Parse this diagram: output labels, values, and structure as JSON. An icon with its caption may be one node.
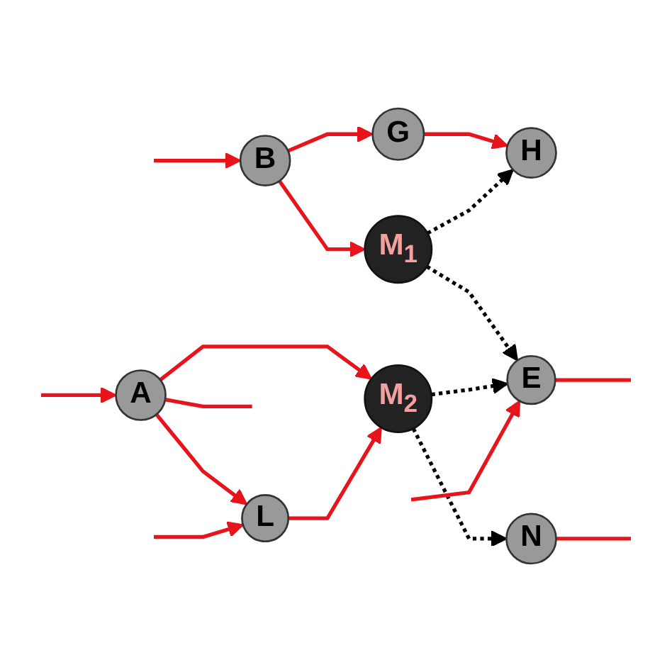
{
  "diagram": {
    "nodes": [
      {
        "text": [
          "G"
        ]
      },
      {
        "text": [
          "H"
        ]
      },
      {
        "text": [
          "B"
        ]
      },
      {
        "text": [
          "M$_{1}$"
        ]
      },
      {
        "text": [
          "E"
        ]
      },
      {
        "text": [
          "A"
        ]
      },
      {
        "text": [
          "M$_{2}$"
        ]
      },
      {
        "text": [
          "L"
        ]
      },
      {
        "text": [
          "N"
        ]
      }
    ],
    "edges": [
      {
        "from": 0,
        "to": 1,
        "arrow": "to"
      },
      {
        "from": 2,
        "to": 0,
        "arrow": "to"
      },
      {
        "from": 2,
        "to": 3,
        "arrow": "to"
      },
      {
        "from": 3,
        "to": 1,
        "arrow": "to",
        "style": "dashed",
        "color": "#000000"
      },
      {
        "from": 3,
        "to": 4,
        "arrow": "to",
        "style": "dashed",
        "color": "#000000"
      },
      {
        "from": null,
        "to": 2,
        "arrow": "to"
      },
      {
        "from": null,
        "to": 5,
        "arrow": "to"
      },
      {
        "from": 5,
        "to": null,
        "arrow": "none"
      },
      {
        "from": 5,
        "to": 6,
        "arrow": "to"
      },
      {
        "from": 5,
        "to": 7,
        "arrow": "to"
      },
      {
        "from": null,
        "to": 7,
        "arrow": "to"
      },
      {
        "from": 7,
        "to": 6,
        "arrow": "to"
      },
      {
        "from": 6,
        "to": 4,
        "arrow": "to",
        "style": "dashed",
        "color": "#000000"
      },
      {
        "from": 6,
        "to": 8,
        "arrow": "to",
        "style": "dashed",
        "color": "#000000"
      },
      {
        "from": 4,
        "to": null,
        "arrow": "none"
      },
      {
        "from": null,
        "to": 4,
        "arrow": "to"
      },
      {
        "from": 8,
        "to": null,
        "arrow": "none"
      }
    ]
  }
}
